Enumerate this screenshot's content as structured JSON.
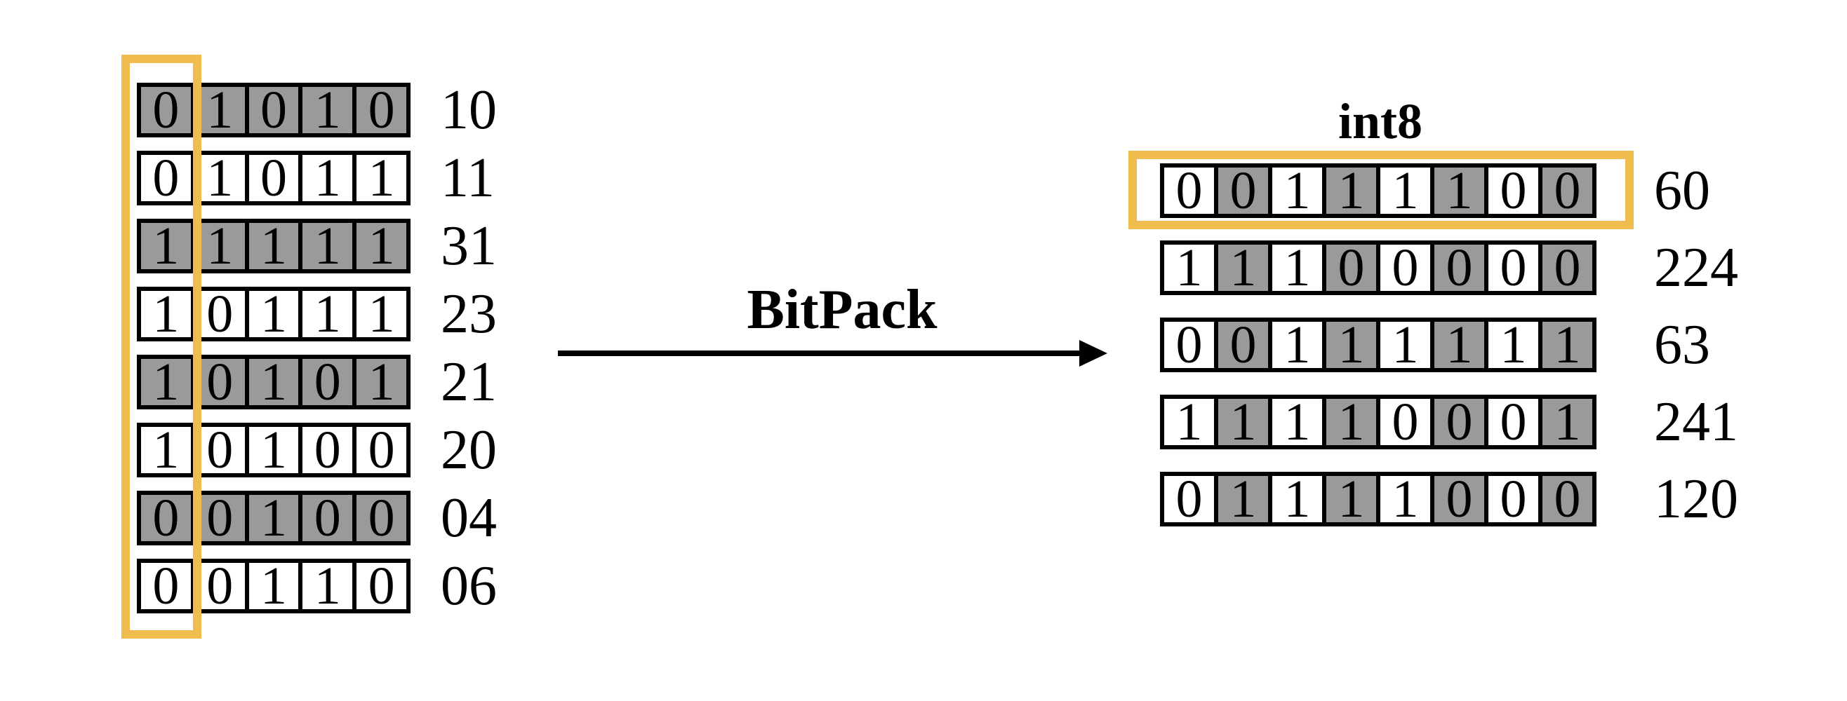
{
  "figure": {
    "left_table": {
      "rows": [
        {
          "bits": [
            "0",
            "1",
            "0",
            "1",
            "0"
          ],
          "value": "10"
        },
        {
          "bits": [
            "0",
            "1",
            "0",
            "1",
            "1"
          ],
          "value": "11"
        },
        {
          "bits": [
            "1",
            "1",
            "1",
            "1",
            "1"
          ],
          "value": "31"
        },
        {
          "bits": [
            "1",
            "0",
            "1",
            "1",
            "1"
          ],
          "value": "23"
        },
        {
          "bits": [
            "1",
            "0",
            "1",
            "0",
            "1"
          ],
          "value": "21"
        },
        {
          "bits": [
            "1",
            "0",
            "1",
            "0",
            "0"
          ],
          "value": "20"
        },
        {
          "bits": [
            "0",
            "0",
            "1",
            "0",
            "0"
          ],
          "value": "04"
        },
        {
          "bits": [
            "0",
            "0",
            "1",
            "1",
            "0"
          ],
          "value": "06"
        }
      ]
    },
    "arrow_label": "BitPack",
    "right_table": {
      "title": "int8",
      "rows": [
        {
          "bits": [
            "0",
            "0",
            "1",
            "1",
            "1",
            "1",
            "0",
            "0"
          ],
          "value": "60"
        },
        {
          "bits": [
            "1",
            "1",
            "1",
            "0",
            "0",
            "0",
            "0",
            "0"
          ],
          "value": "224"
        },
        {
          "bits": [
            "0",
            "0",
            "1",
            "1",
            "1",
            "1",
            "1",
            "1"
          ],
          "value": "63"
        },
        {
          "bits": [
            "1",
            "1",
            "1",
            "1",
            "0",
            "0",
            "0",
            "1"
          ],
          "value": "241"
        },
        {
          "bits": [
            "0",
            "1",
            "1",
            "1",
            "1",
            "0",
            "0",
            "0"
          ],
          "value": "120"
        }
      ]
    },
    "colors": {
      "shaded_cell_gray": "#9A9A9A",
      "highlight_yellow": "#F0BC4E",
      "line_black": "#000000"
    }
  }
}
